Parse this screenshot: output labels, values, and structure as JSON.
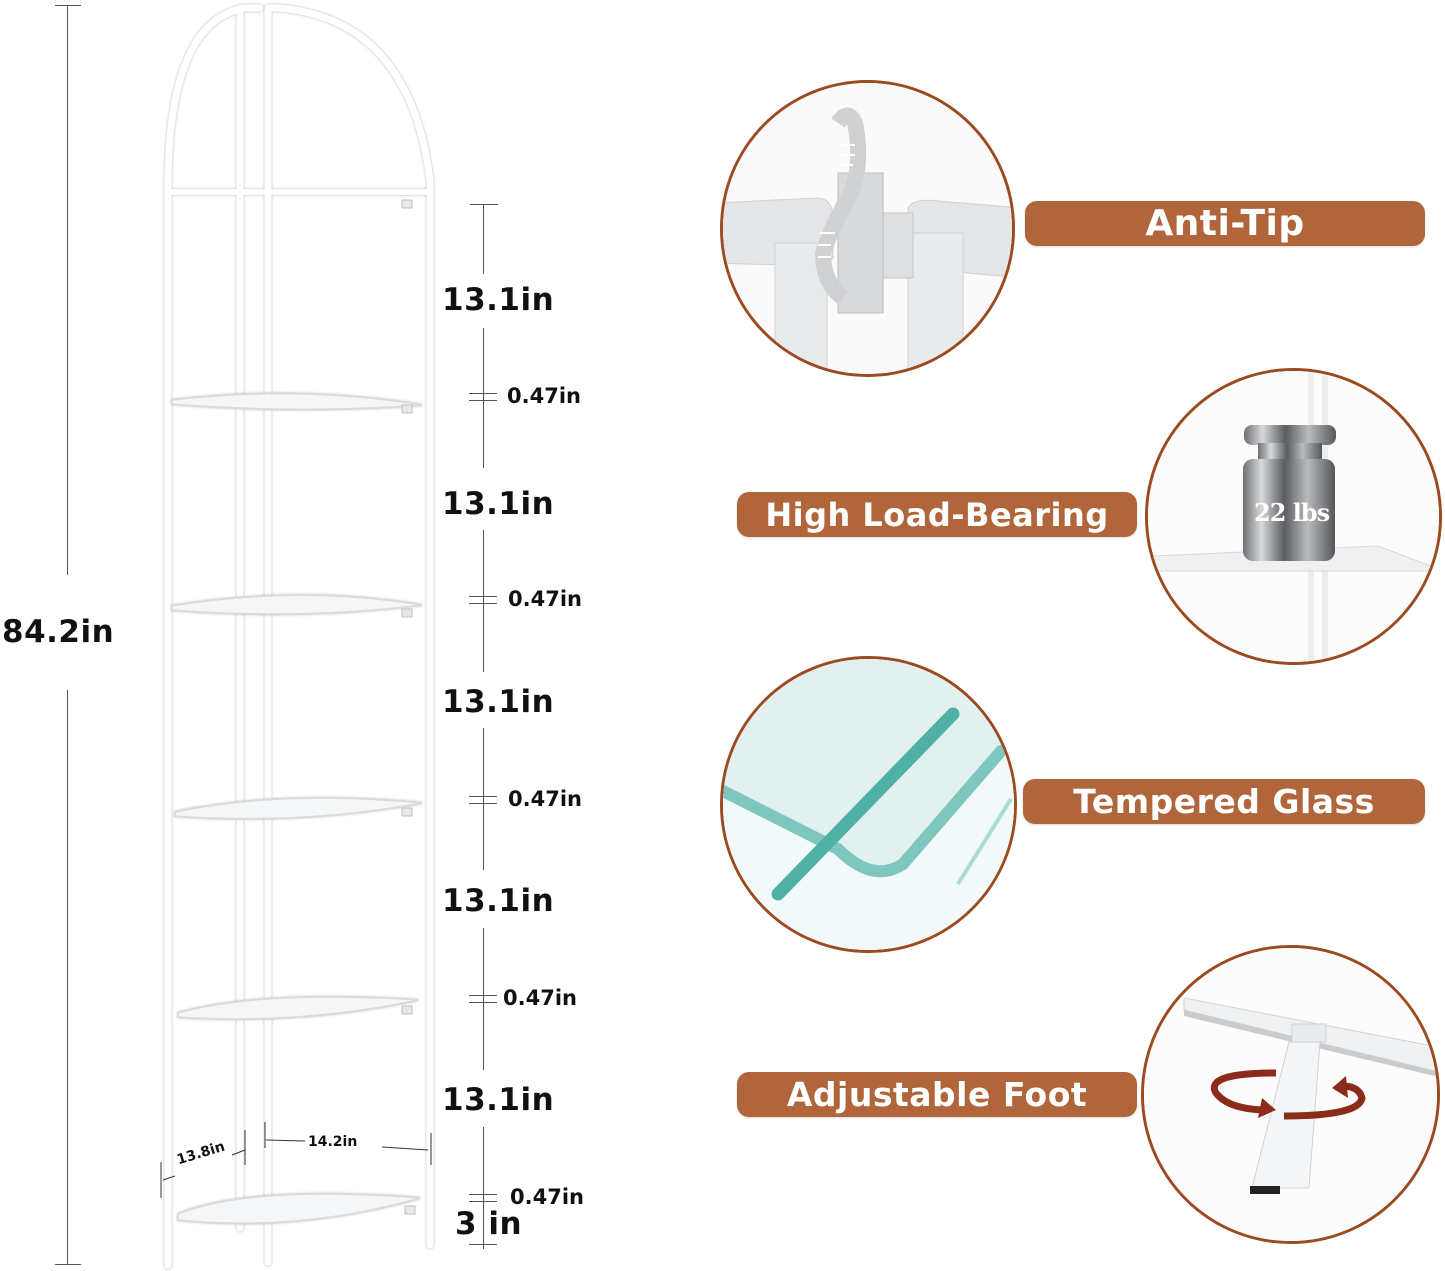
{
  "product": {
    "total_height": "84.2in",
    "shelf_spacing": [
      "13.1in",
      "13.1in",
      "13.1in",
      "13.1in",
      "13.1in"
    ],
    "shelf_thickness": [
      "0.47in",
      "0.47in",
      "0.47in",
      "0.47in",
      "0.47in"
    ],
    "foot_height": "3 in",
    "depth": "13.8in",
    "width": "14.2in"
  },
  "features": [
    {
      "label": "Anti-Tip",
      "icon": "anti-tip-strap"
    },
    {
      "label": "High Load-Bearing",
      "icon": "weight",
      "weight_label": "22 lbs"
    },
    {
      "label": "Tempered Glass",
      "icon": "glass-panes"
    },
    {
      "label": "Adjustable Foot",
      "icon": "rotating-foot"
    }
  ],
  "colors": {
    "badge": "#b0653b",
    "circle_border": "#9c4a1f",
    "frame": "#ffffff",
    "text": "#111111"
  }
}
